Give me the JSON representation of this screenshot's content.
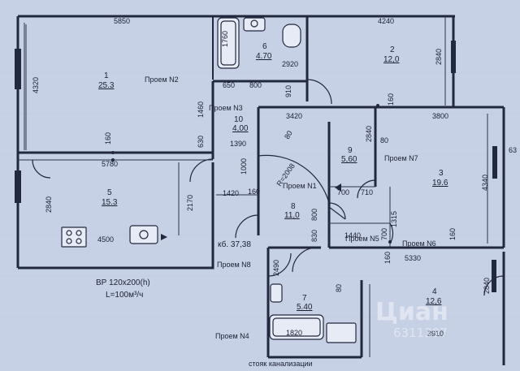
{
  "plan": {
    "total_area": "кб. 37,38",
    "ventilation": "ВР 120x200(h)",
    "airflow": "L=100м³/ч",
    "riser": "стояк канализации",
    "watermark": "Циан",
    "watermark_code": "6311397"
  },
  "rooms": [
    {
      "num": "1",
      "area": "25.3"
    },
    {
      "num": "2",
      "area": "12,0"
    },
    {
      "num": "3",
      "area": "19.6"
    },
    {
      "num": "4",
      "area": "12,6"
    },
    {
      "num": "5",
      "area": "15.3"
    },
    {
      "num": "6",
      "area": "4.70"
    },
    {
      "num": "7",
      "area": "5.40"
    },
    {
      "num": "8",
      "area": "11,0"
    },
    {
      "num": "9",
      "area": "5,60"
    },
    {
      "num": "10",
      "area": "4,00"
    }
  ],
  "openings": [
    "Проем N1",
    "Проем N2",
    "Проем N3",
    "Проем N4",
    "Проем N5",
    "Проем N6",
    "Проем N7",
    "Проем N8"
  ],
  "dims": {
    "d5850": "5850",
    "d4240": "4240",
    "d4320": "4320",
    "d2840a": "2840",
    "d1760": "1760",
    "d2920": "2920",
    "d650": "650",
    "d800a": "800",
    "d910": "910",
    "d1460": "1460",
    "d160a": "160",
    "d630": "630",
    "d1390": "1390",
    "d5780": "5780",
    "d3420": "3420",
    "d3800": "3800",
    "d2840b": "2840",
    "d80a": "80",
    "d160b": "160",
    "r2008": "R=2008",
    "d80b": "80",
    "d1000": "1000",
    "d1420": "1420",
    "d160c": "160",
    "d700a": "700",
    "d710": "710",
    "d1315": "1315",
    "d4340": "4340",
    "d2840c": "2840",
    "d2170": "2170",
    "d4500": "4500",
    "d800b": "800",
    "d830": "830",
    "d1440": "1440",
    "d700b": "700",
    "d160d": "160",
    "d160e": "160",
    "d5330": "5330",
    "d2490": "2490",
    "d80c": "80",
    "d1820": "1820",
    "d3910": "3910",
    "d2840d": "2840",
    "d6x": "63"
  }
}
